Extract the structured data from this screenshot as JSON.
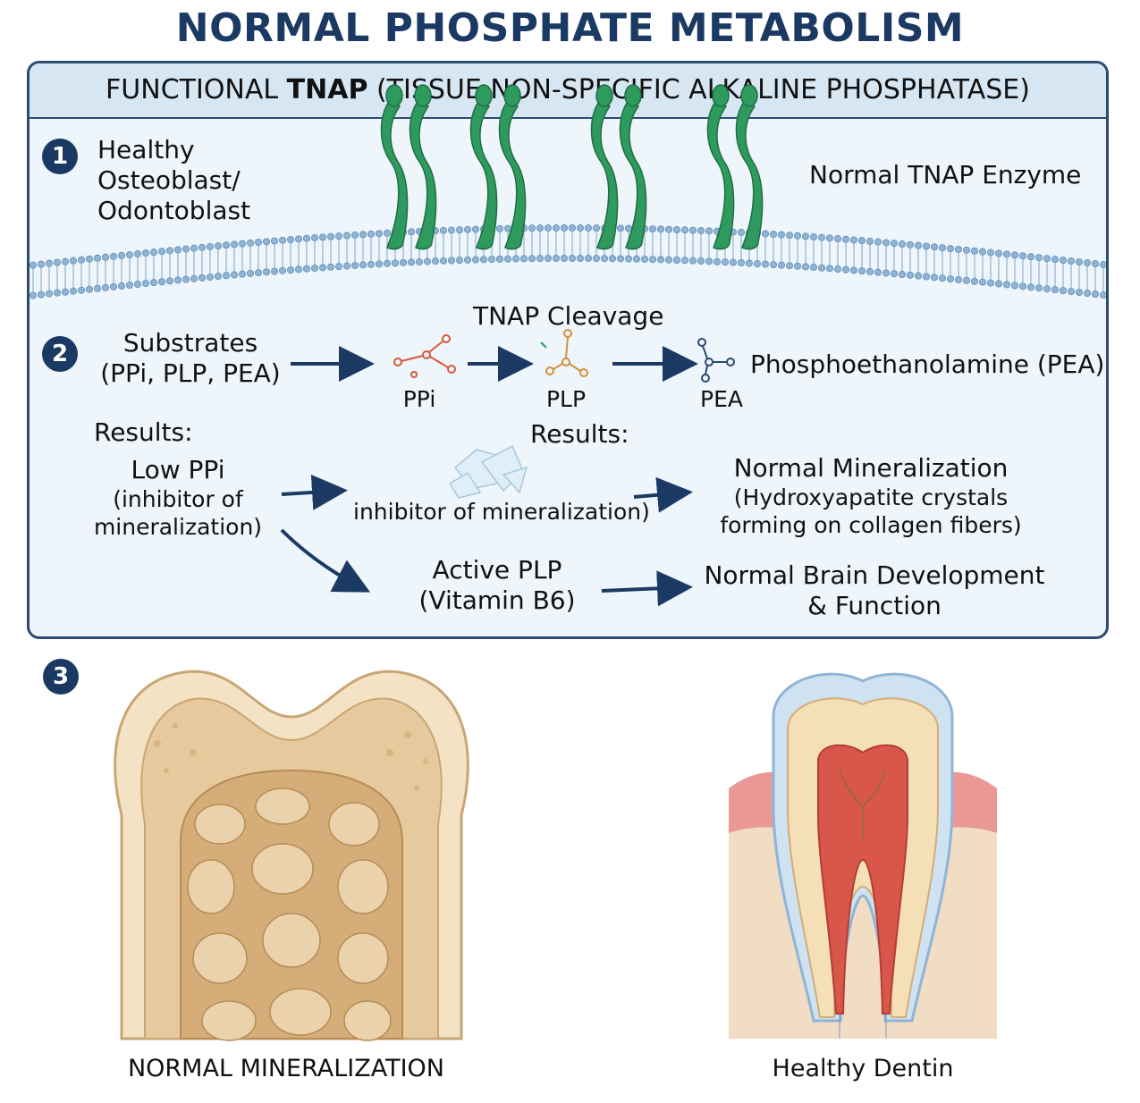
{
  "title": "NORMAL PHOSPHATE METABOLISM",
  "panel": {
    "header_pre": "FUNCTIONAL ",
    "header_bold": "TNAP",
    "header_post": " (TISSUE NON-SPECIFIC ALKALINE PHOSPHATASE)",
    "step1": {
      "number": "1",
      "cell_line1": "Healthy",
      "cell_line2": "Osteoblast/",
      "cell_line3": "Odontoblast",
      "enzyme_label": "Normal TNAP Enzyme"
    },
    "cleavage_label": "TNAP Cleavage",
    "step2": {
      "number": "2",
      "substrates_line1": "Substrates",
      "substrates_line2": "(PPi, PLP, PEA)",
      "ppi": "PPi",
      "plp": "PLP",
      "pea": "PEA",
      "pea_full": "Phosphoethanolamine (PEA)"
    },
    "results_left": "Results:",
    "results_mid": "Results:",
    "low_ppi_line1": "Low PPi",
    "low_ppi_line2": "(inhibitor of",
    "low_ppi_line3": "mineralization)",
    "inhibitor_text": "inhibitor of mineralization)",
    "normal_min_title": "Normal Mineralization",
    "normal_min_line2": "(Hydroxyapatite crystals",
    "normal_min_line3": "forming on collagen fibers)",
    "active_plp_line1": "Active PLP",
    "active_plp_line2": "(Vitamin B6)",
    "brain_line1": "Normal Brain Development",
    "brain_line2": "& Function"
  },
  "step3": {
    "number": "3",
    "bone_caption": "NORMAL MINERALIZATION",
    "tooth_caption": "Healthy Dentin"
  },
  "colors": {
    "title": "#1b3a63",
    "arrow": "#1b3a63",
    "enzyme": "#2e9a5e",
    "membrane": "#8fb4d6",
    "bone": "#e6c99d",
    "tooth_enamel": "#cfe2f1",
    "pulp": "#d9574a"
  }
}
